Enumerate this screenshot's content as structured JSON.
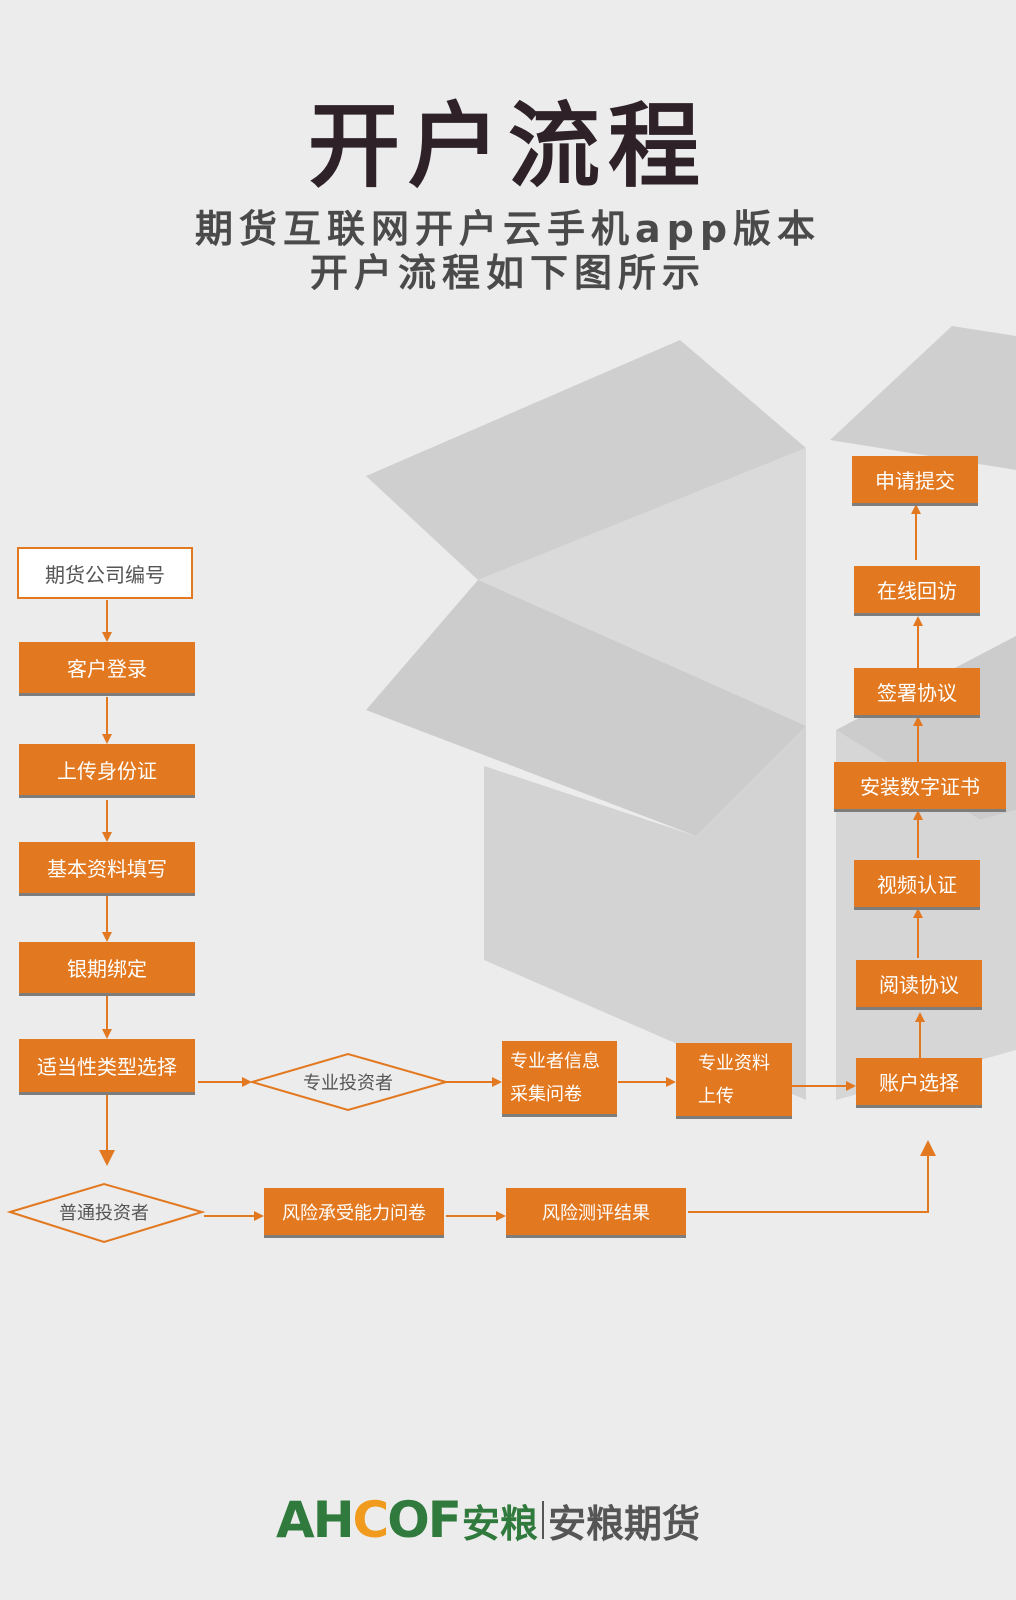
{
  "header": {
    "title": "开户流程",
    "subtitle_line1": "期货互联网开户云手机app版本",
    "subtitle_line2": "开户流程如下图所示"
  },
  "colors": {
    "box": "#e2781f",
    "arrow": "#e2781f",
    "background": "#ececec",
    "shape": "#cfcfcf"
  },
  "left_column": {
    "futures_company_code": "期货公司编号",
    "customer_login": "客户登录",
    "upload_id": "上传身份证",
    "basic_info": "基本资料填写",
    "bank_futures_binding": "银期绑定",
    "suitability_type": "适当性类型选择"
  },
  "professional_branch": {
    "decision": "专业投资者",
    "survey_line1": "专业者信息",
    "survey_line2": "采集问卷",
    "upload_line1": "专业资料",
    "upload_line2": "上传"
  },
  "ordinary_branch": {
    "decision": "普通投资者",
    "risk_questionnaire": "风险承受能力问卷",
    "risk_result": "风险测评结果"
  },
  "right_column": {
    "account_select": "账户选择",
    "read_agreement": "阅读协议",
    "video_auth": "视频认证",
    "install_cert": "安装数字证书",
    "sign_agreement": "签署协议",
    "online_visit": "在线回访",
    "submit": "申请提交"
  },
  "logo": {
    "en_a": "AH",
    "en_c": "C",
    "en_b": "OF",
    "cn_brand": "安粮",
    "cn_company": "安粮期货"
  }
}
